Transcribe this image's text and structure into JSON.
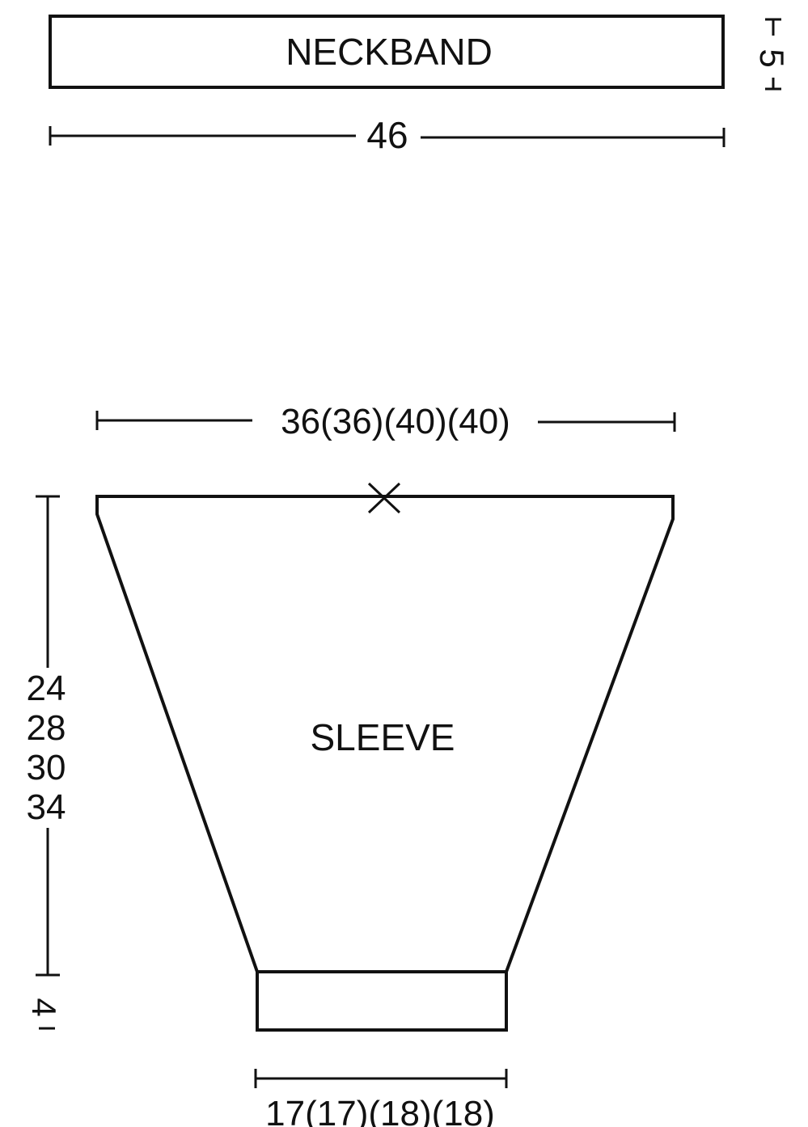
{
  "pieces": {
    "neckband": {
      "label": "NECKBAND",
      "width_label": "46",
      "height_label": "5"
    },
    "sleeve": {
      "label": "SLEEVE",
      "top_width_label": "36(36)(40)(40)",
      "length_labels": [
        "24",
        "28",
        "30",
        "34"
      ],
      "cuff_height_label": "4",
      "cuff_width_label": "17(17)(18)(18)"
    }
  },
  "colors": {
    "ink": "#111111",
    "paper": "#ffffff"
  }
}
